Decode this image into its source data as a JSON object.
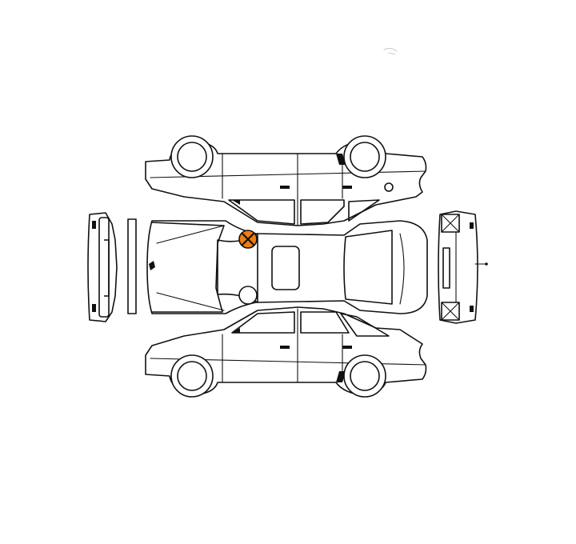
{
  "diagram": {
    "views": [
      "side-top",
      "top",
      "side-bottom",
      "front",
      "rear"
    ],
    "damage_markers": [
      {
        "view": "top",
        "symbol": "x",
        "color": "#f07d10",
        "fill_color": "#f07d10"
      }
    ],
    "other_markers": [
      {
        "view": "top",
        "symbol": "circle",
        "color": "#ffffff"
      }
    ]
  }
}
